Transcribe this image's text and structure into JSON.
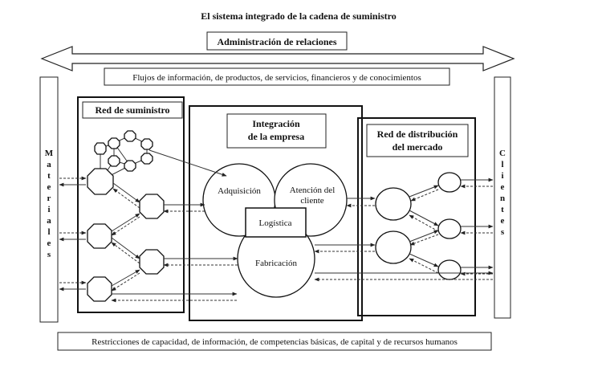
{
  "title": "El sistema integrado de la cadena de suministro",
  "relations_label": "Administración de relaciones",
  "flows_label": "Flujos de información, de productos, de servicios, financieros y de conocimientos",
  "constraints_label": "Restricciones de capacidad, de información, de competencias básicas, de capital y de recursos humanos",
  "supply_network": {
    "title": "Red de suministro"
  },
  "enterprise": {
    "title_line1": "Integración",
    "title_line2": "de la empresa",
    "acquisition": "Adquisición",
    "customer_service_line1": "Atención del",
    "customer_service_line2": "cliente",
    "logistics": "Logística",
    "manufacturing": "Fabricación"
  },
  "distribution": {
    "title_line1": "Red de distribución",
    "title_line2": "del mercado"
  },
  "materials_label": "Materiales",
  "customers_label": "Clientes"
}
